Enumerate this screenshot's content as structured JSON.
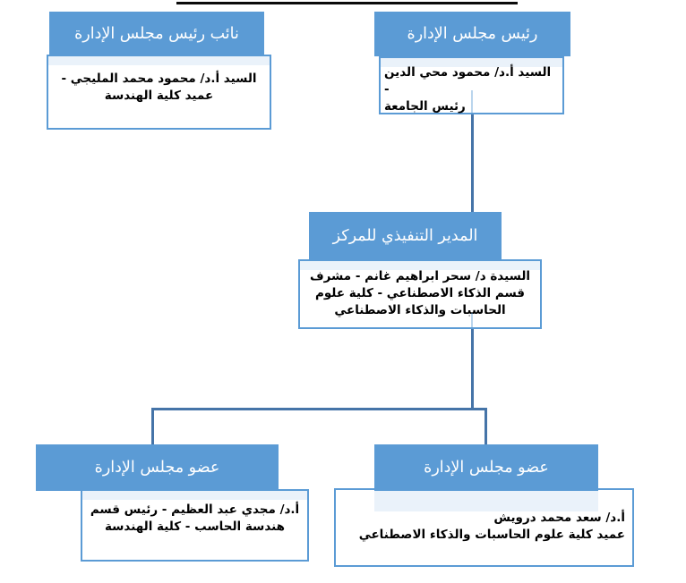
{
  "page": {
    "language": "ar",
    "direction": "rtl",
    "top_rule_present": true
  },
  "colors": {
    "header_fill": "#5b9bd5",
    "header_text": "#ffffff",
    "body_border": "#5b9bd5",
    "body_tint": "#eaf2fa",
    "connector": "#4574a8",
    "top_rule": "#0b0b0b",
    "body_text": "#000000"
  },
  "org_chart": {
    "nodes": {
      "chairman": {
        "title": "رئيس مجلس الإدارة",
        "lines": [
          "السيد أ.د/ محمود محي الدين -",
          "رئيس الجامعة"
        ]
      },
      "vice_chairman": {
        "title": "نائب رئيس مجلس الإدارة",
        "lines": [
          "السيد أ.د/ محمود محمد المليجي -",
          "عميد كلية الهندسة"
        ]
      },
      "executive_director": {
        "title": "المدير التنفيذي للمركز",
        "lines": [
          "السيدة د/ سحر ابراهيم غانم - مشرف",
          "قسم الذكاء الاصطناعي - كلية علوم",
          "الحاسبات والذكاء الاصطناعي"
        ]
      },
      "member_left": {
        "title": "عضو مجلس الإدارة",
        "lines": [
          "أ.د/ مجدي عبد العظيم - رئيس قسم",
          "هندسة الحاسب - كلية الهندسة"
        ]
      },
      "member_right": {
        "title": "عضو مجلس الإدارة",
        "lines": [
          "أ.د/ سعد محمد درويش",
          "عميد كلية علوم الحاسبات والذكاء الاصطناعي"
        ]
      }
    },
    "edges": [
      {
        "from": "chairman",
        "to": "executive_director"
      },
      {
        "from": "executive_director",
        "to": "member_left"
      },
      {
        "from": "executive_director",
        "to": "member_right"
      }
    ]
  }
}
